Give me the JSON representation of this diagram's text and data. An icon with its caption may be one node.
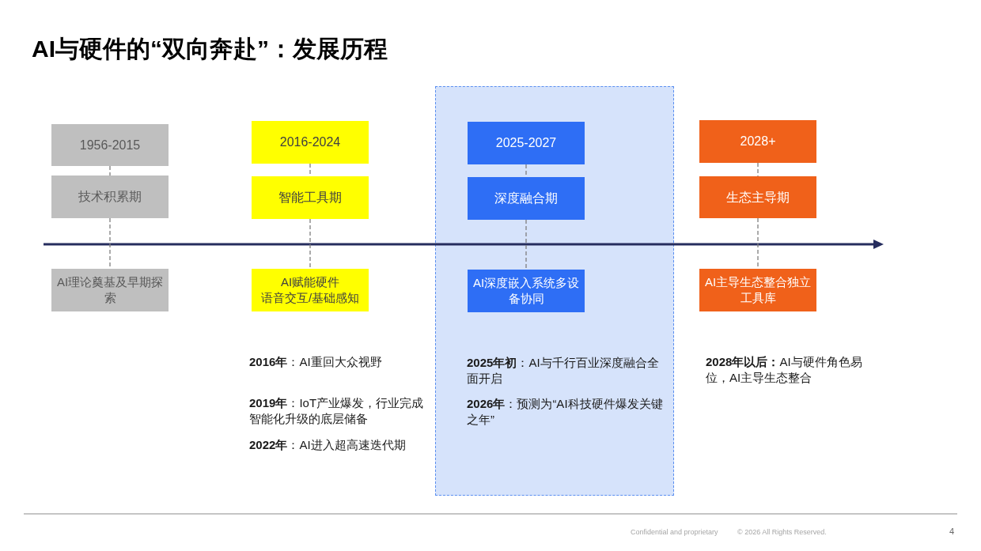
{
  "diagram": {
    "title": "AI与硬件的“双向奔赴”：发展历程",
    "nodes": [
      {
        "text": [
          "1956-2015"
        ]
      },
      {
        "text": [
          "技术积累期"
        ]
      },
      {
        "text": [
          "AI理论奠基及早期探索"
        ]
      },
      {
        "text": [
          "2016-2024"
        ]
      },
      {
        "text": [
          "智能工具期"
        ]
      },
      {
        "text": [
          "AI赋能硬件",
          "语音交互/基础感知"
        ],
        "beside": [
          "**2016年**：AI重回大众视野",
          "**2019年**：IoT产业爆发，行业完成智能化升级的底层储备",
          "**2022年**：AI进入超高速迭代期"
        ]
      },
      {
        "text": [],
        "shape": "box"
      },
      {
        "text": [
          "2025-2027"
        ],
        "in": 6
      },
      {
        "text": [
          "深度融合期"
        ],
        "in": 6
      },
      {
        "text": [
          "AI深度嵌入系统多设备协同"
        ],
        "in": 6,
        "beside": [
          "**2025年初**：AI与千行百业深度融合全面开启",
          "**2026年**：预测为“AI科技硬件爆发关键之年”"
        ]
      },
      {
        "text": [
          "2028+"
        ]
      },
      {
        "text": [
          "生态主导期"
        ]
      },
      {
        "text": [
          "AI主导生态整合独立工具库"
        ],
        "beside": [
          "**2028年以后：**AI与硬件角色易位，AI主导生态整合"
        ]
      }
    ],
    "edges": [
      {
        "from": 0,
        "to": 1,
        "arrow": "none",
        "style": "dashed"
      },
      {
        "from": 1,
        "to": 2,
        "arrow": "none",
        "style": "dashed"
      },
      {
        "from": 3,
        "to": 4,
        "arrow": "none",
        "style": "dashed"
      },
      {
        "from": 4,
        "to": 5,
        "arrow": "none",
        "style": "dashed"
      },
      {
        "from": 7,
        "to": 8,
        "arrow": "none",
        "style": "dashed"
      },
      {
        "from": 8,
        "to": 9,
        "arrow": "none",
        "style": "dashed"
      },
      {
        "from": 10,
        "to": 11,
        "arrow": "none",
        "style": "dashed"
      },
      {
        "from": 11,
        "to": 12,
        "arrow": "none",
        "style": "dashed"
      }
    ],
    "labels": [
      "Confidential and proprietary",
      "© 2026 All Rights Reserved.",
      "4"
    ]
  }
}
